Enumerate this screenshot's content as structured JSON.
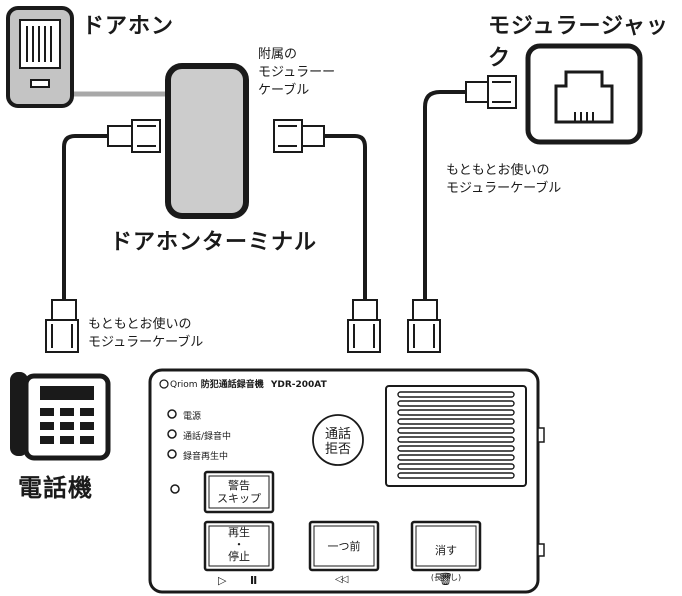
{
  "labels": {
    "doorphone": "ドアホン",
    "modular_jack": "モジュラージャック",
    "attached_cable": "附属の\nモジュラーー\nケーブル",
    "existing_cable_top": "もともとお使いの\nモジュラーケーブル",
    "door_terminal": "ドアホンターミナル",
    "existing_cable_left": "もともとお使いの\nモジュラーケーブル",
    "telephone": "電話機"
  },
  "device": {
    "brand": "Qriom",
    "name": "防犯通話録音機",
    "model": "YDR-200AT",
    "indicators": [
      "電源",
      "通話/録音中",
      "録音再生中"
    ],
    "block_button_label": "通話\n拒否",
    "warning_button_label": "警告\nスキップ",
    "play_button_label": "再生\n・\n停止",
    "back_button_label": "一つ前",
    "delete_button_label": "消す",
    "delete_button_sub": "(長押し)",
    "play_symbol": "▷",
    "pause_symbol": "Ⅱ",
    "rewind_symbol": "◁◁",
    "trash_symbol": "🗑"
  },
  "colors": {
    "outline": "#1a1a1a",
    "terminal_fill": "#cccccc",
    "doorphone_fill": "#c4c4c4",
    "wire_gray": "#a8a8a8"
  }
}
